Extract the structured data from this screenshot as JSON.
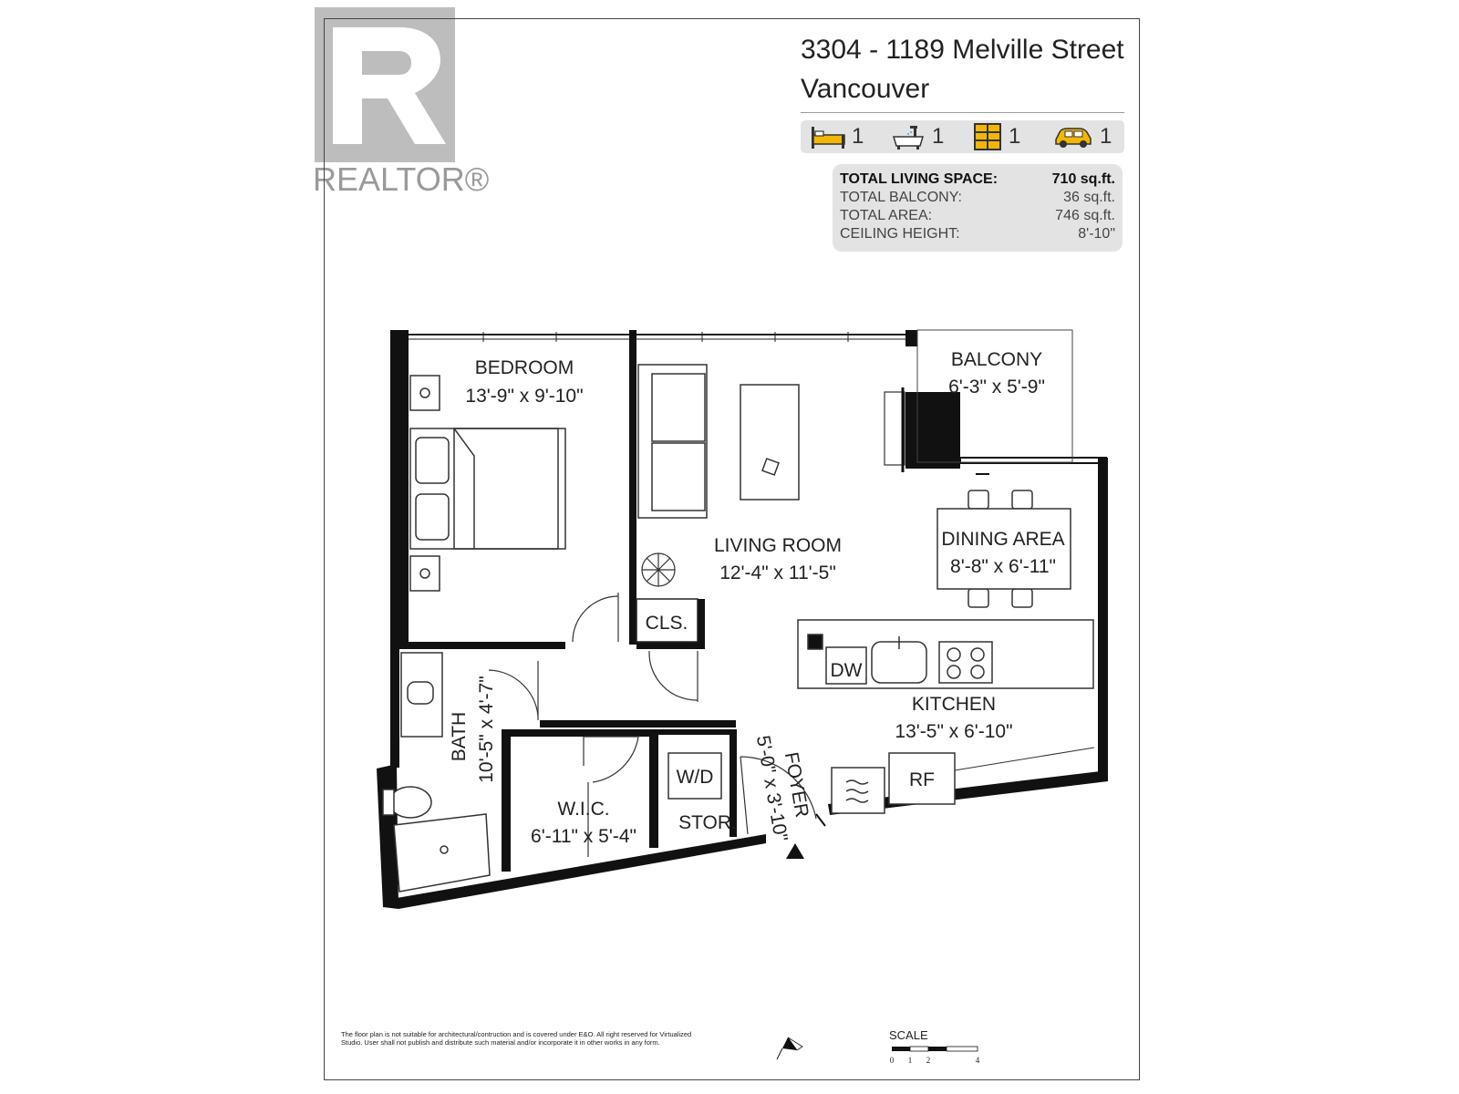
{
  "logo": {
    "text": "REALTOR®",
    "color": "#bdbdbd"
  },
  "address": {
    "line1": "3304 - 1189 Melville Street",
    "line2": "Vancouver"
  },
  "counts": [
    {
      "icon": "bed-icon",
      "value": "1"
    },
    {
      "icon": "bathtub-icon",
      "value": "1"
    },
    {
      "icon": "storage-locker-icon",
      "value": "1"
    },
    {
      "icon": "car-icon",
      "value": "1"
    }
  ],
  "summary": {
    "living_label": "TOTAL LIVING SPACE:",
    "living_value": "710 sq.ft.",
    "balcony_label": "TOTAL BALCONY:",
    "balcony_value": "36 sq.ft.",
    "area_label": "TOTAL AREA:",
    "area_value": "746 sq.ft.",
    "ceiling_label": "CEILING HEIGHT:",
    "ceiling_value": "8'-10\""
  },
  "rooms": {
    "bedroom_name": "BEDROOM",
    "bedroom_dim": "13'-9\" x 9'-10\"",
    "balcony_name": "BALCONY",
    "balcony_dim": "6'-3\" x 5'-9\"",
    "living_name": "LIVING ROOM",
    "living_dim": "12'-4\" x 11'-5\"",
    "dining_name": "DINING AREA",
    "dining_dim": "8'-8\" x 6'-11\"",
    "closet_name": "CLS.",
    "kitchen_name": "KITCHEN",
    "kitchen_dim": "13'-5\" x 6'-10\"",
    "bath_name": "BATH",
    "bath_dim": "10'-5\" x 4'-7\"",
    "wic_name": "W.I.C.",
    "wic_dim": "6'-11\" x 5'-4\"",
    "foyer_name": "FOYER",
    "foyer_dim": "5'-0\" x 3'-10\"",
    "storage_name": "STOR.",
    "wd_label": "W/D",
    "dw_label": "DW",
    "rf_label": "RF"
  },
  "disclaimer": "The floor plan is not suitable for architectural/contruction and is covered under E&O. All right reserved for Virtualized Studio. User shall not publish and distribute such material and/or incorporate it in other works in any form.",
  "scale": {
    "label": "SCALE",
    "ticks": [
      "0",
      "1",
      "2",
      "4"
    ]
  },
  "colors": {
    "wall": "#111111",
    "panel": "#e3e3e3",
    "car": "#f2b705"
  }
}
